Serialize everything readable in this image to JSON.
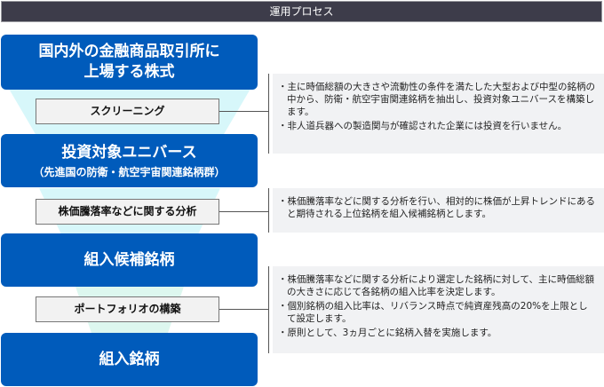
{
  "header": {
    "title": "運用プロセス"
  },
  "colors": {
    "header_bg": "#3d3c4a",
    "box_blue": "#005bbb",
    "funnel_cyan": "#d7f7fa",
    "funnel_mint": "#ddf7ef",
    "step_bg": "#f2f2f2",
    "note_bg": "#f1f2f4"
  },
  "stages": [
    {
      "line1": "国内外の金融商品取引所に",
      "line2": "上場する株式"
    },
    {
      "line1": "投資対象ユニバース",
      "line2": "（先進国の防衛・航空宇宙関連銘柄群）"
    },
    {
      "line1": "組入候補銘柄"
    },
    {
      "line1": "組入銘柄"
    }
  ],
  "steps": [
    {
      "label": "スクリーニング"
    },
    {
      "label": "株価騰落率などに関する分析"
    },
    {
      "label": "ポートフォリオの構築"
    }
  ],
  "notes": [
    {
      "items": [
        "・主に時価総額の大きさや流動性の条件を満たした大型および中型の銘柄の中から、防衛・航空宇宙関連銘柄を抽出し、投資対象ユニバースを構築します。",
        "・非人道兵器への製造関与が確認された企業には投資を行いません。"
      ]
    },
    {
      "items": [
        "・株価騰落率などに関する分析を行い、相対的に株価が上昇トレンドにあると期待される上位銘柄を組入候補銘柄とします。"
      ]
    },
    {
      "items": [
        "・株価騰落率などに関する分析により選定した銘柄に対して、主に時価総額の大きさに応じて各銘柄の組入比率を決定します。",
        "・個別銘柄の組入比率は、リバランス時点で純資産残高の20%を上限として設定します。",
        "・原則として、3ヵ月ごとに銘柄入替を実施します。"
      ]
    }
  ]
}
